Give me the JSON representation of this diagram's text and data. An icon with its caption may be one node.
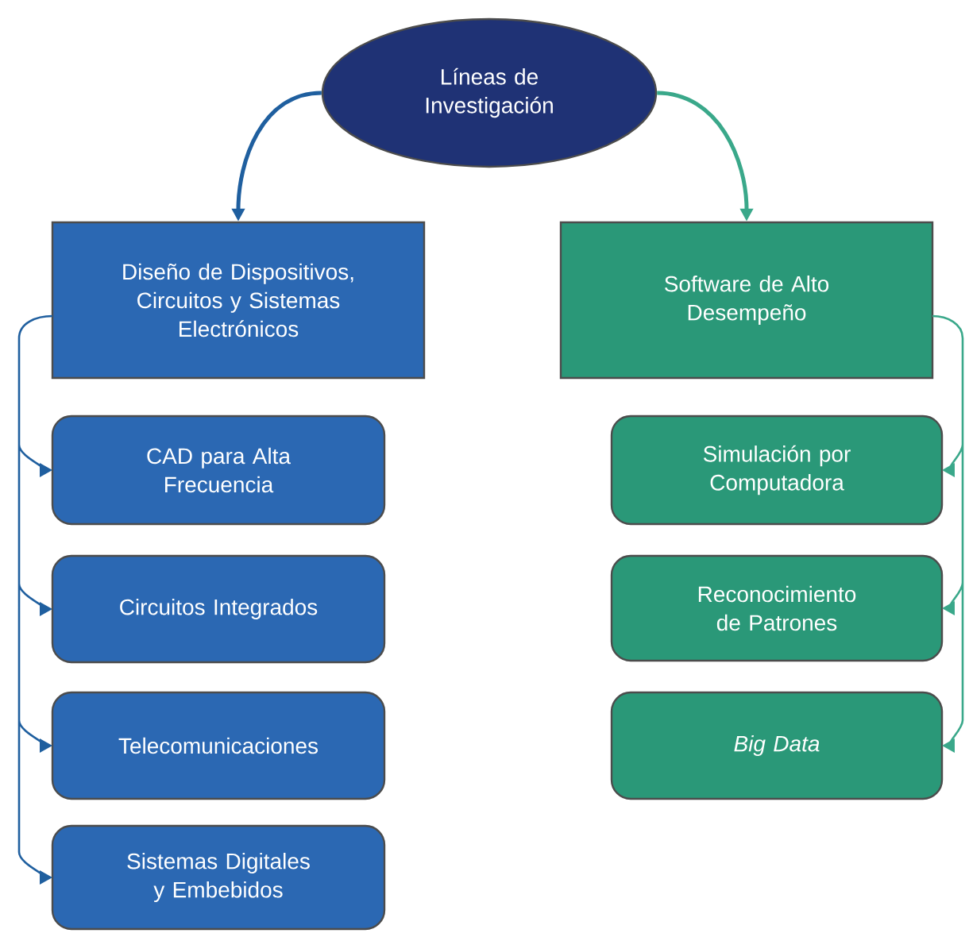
{
  "diagram": {
    "nodes": [
      {
        "text": [
          "Líneas de Investigación"
        ]
      },
      {
        "text": [
          "Diseño de Dispositivos, Circuitos y Sistemas Electrónicos"
        ]
      },
      {
        "text": [
          "Software de Alto Desempeño"
        ]
      },
      {
        "text": [
          "CAD para Alta Frecuencia"
        ]
      },
      {
        "text": [
          "Circuitos Integrados"
        ]
      },
      {
        "text": [
          "Telecomunicaciones"
        ]
      },
      {
        "text": [
          "Sistemas Digitales y Embebidos"
        ]
      },
      {
        "text": [
          "Simulación por Computadora"
        ]
      },
      {
        "text": [
          "Reconocimiento de Patrones"
        ]
      },
      {
        "text": [
          "Big Data"
        ]
      }
    ],
    "edges": [
      {
        "from": 0,
        "to": 1,
        "arrow": "to"
      },
      {
        "from": 0,
        "to": 2,
        "arrow": "to",
        "color": "#3aa88a"
      },
      {
        "from": 1,
        "to": 3,
        "arrow": "to"
      },
      {
        "from": 1,
        "to": 4,
        "arrow": "to"
      },
      {
        "from": 1,
        "to": 5,
        "arrow": "to"
      },
      {
        "from": 1,
        "to": 6,
        "arrow": "to"
      },
      {
        "from": 2,
        "to": 7,
        "arrow": "to",
        "color": "#3aa88a"
      },
      {
        "from": 2,
        "to": 8,
        "arrow": "to",
        "color": "#3aa88a"
      },
      {
        "from": 2,
        "to": 9,
        "arrow": "to",
        "color": "#3aa88a"
      }
    ]
  }
}
